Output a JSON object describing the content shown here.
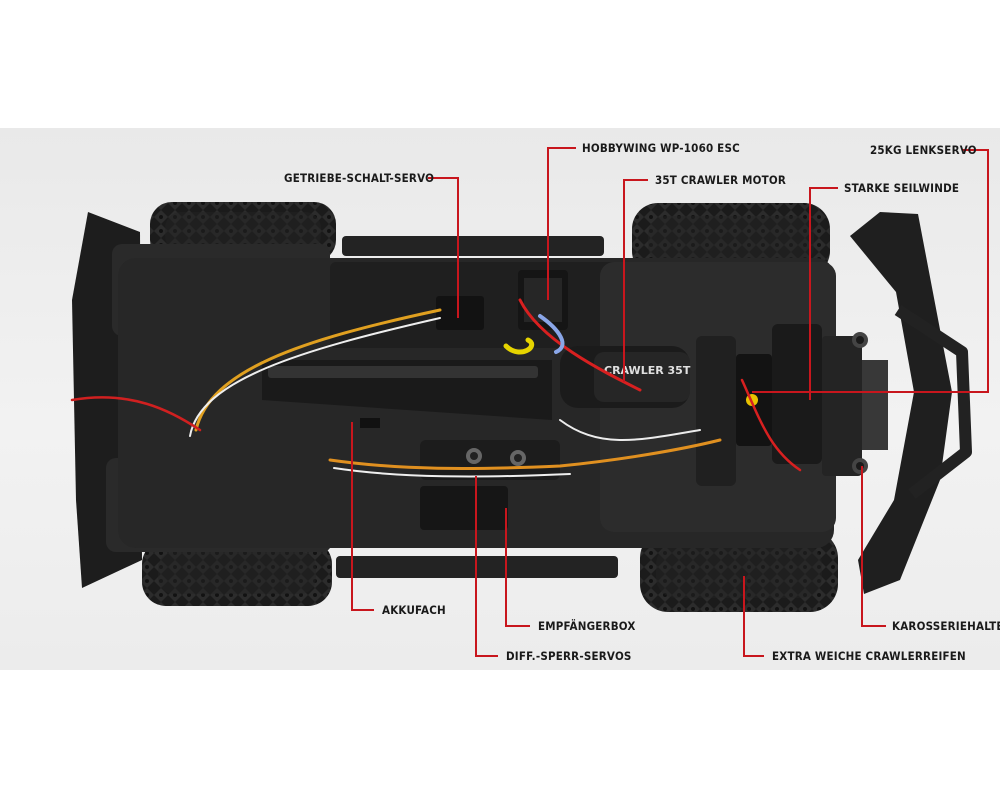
{
  "labels": {
    "esc": "HOBBYWING WP-1060 ESC",
    "steering_servo": "25KG LENKSERVO",
    "shift_servo": "GETRIEBE-SCHALT-SERVO",
    "motor": "35T CRAWLER MOTOR",
    "winch": "STARKE SEILWINDE",
    "battery_tray": "AKKUFACH",
    "receiver_box": "EMPFÄNGERBOX",
    "diff_servos": "DIFF.-SPERR-SERVOS",
    "tires": "EXTRA WEICHE CRAWLERREIFEN",
    "body_mount": "KAROSSERIEHALTER"
  },
  "motor_label": "CRAWLER 35T",
  "leader_color": "#c8161d"
}
